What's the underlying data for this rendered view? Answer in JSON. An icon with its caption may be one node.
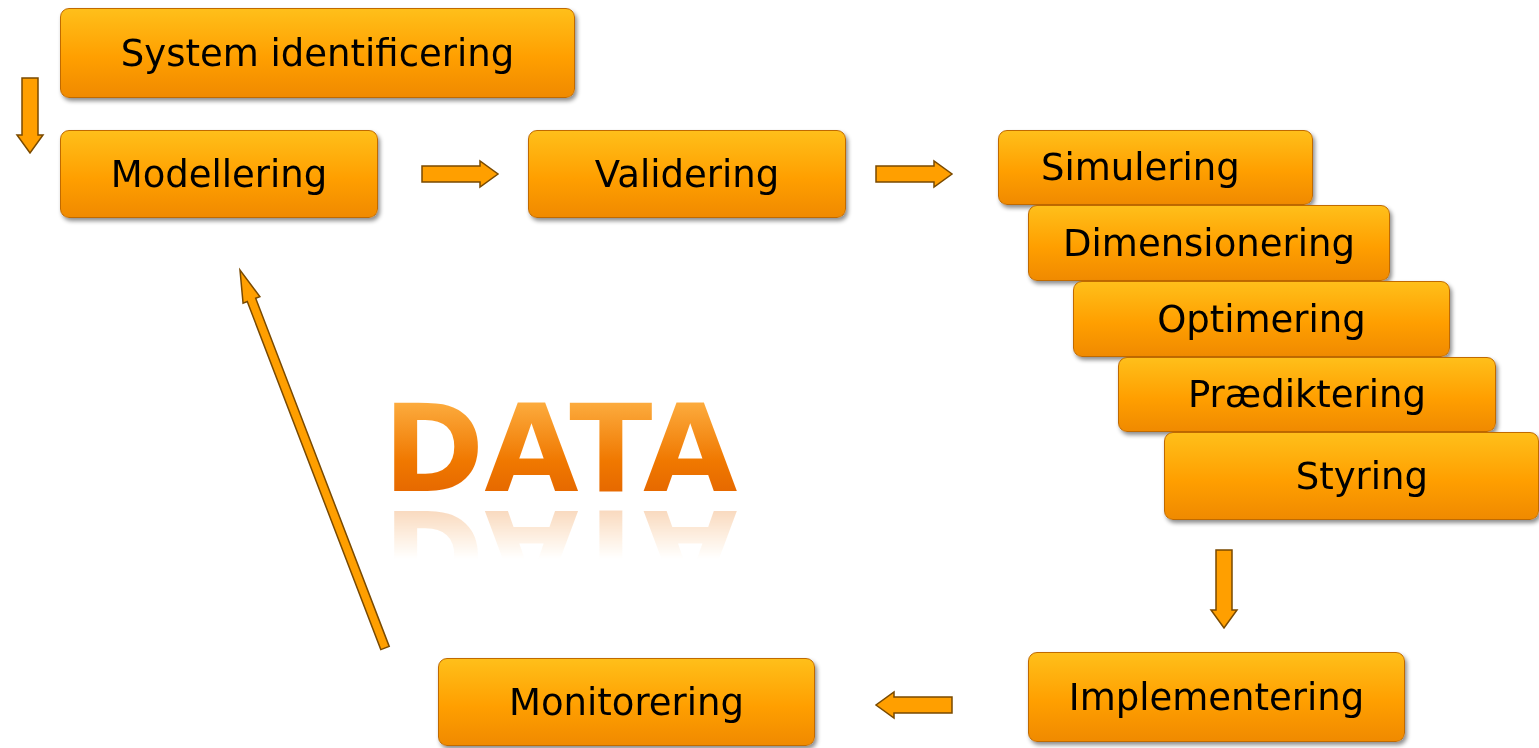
{
  "diagram": {
    "nodes": [
      {
        "text": [
          "System identificering"
        ]
      },
      {
        "text": [
          "Modellering"
        ]
      },
      {
        "text": [
          "Validering"
        ]
      },
      {
        "text": [
          "Simulering"
        ]
      },
      {
        "text": [
          "Dimensionering"
        ]
      },
      {
        "text": [
          "Optimering"
        ]
      },
      {
        "text": [
          "Prædiktering"
        ]
      },
      {
        "text": [
          "Styring"
        ]
      },
      {
        "text": [
          "Implementering"
        ]
      },
      {
        "text": [
          "Monitorering"
        ]
      }
    ],
    "edges": [
      {
        "from": 0,
        "to": 1,
        "arrow": "to"
      },
      {
        "from": 1,
        "to": 2,
        "arrow": "to"
      },
      {
        "from": 2,
        "to": 3,
        "arrow": "to"
      },
      {
        "from": 7,
        "to": 8,
        "arrow": "to"
      },
      {
        "from": 8,
        "to": 9,
        "arrow": "to"
      },
      {
        "from": 9,
        "to": 1,
        "arrow": "to"
      }
    ],
    "labels": [
      "DATA"
    ]
  }
}
